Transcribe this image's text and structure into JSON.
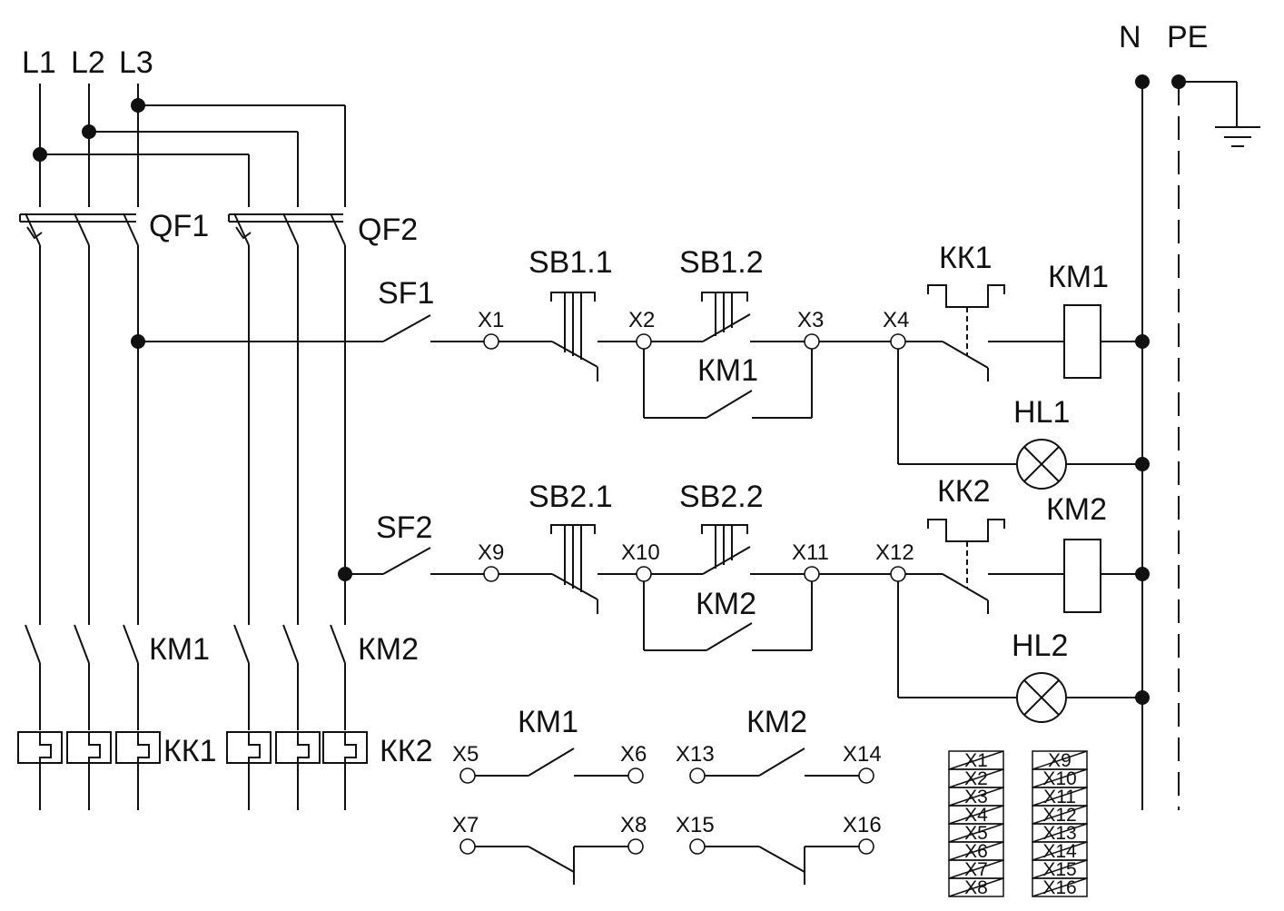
{
  "buses": {
    "l1": "L1",
    "l2": "L2",
    "l3": "L3",
    "n": "N",
    "pe": "PE"
  },
  "breakers": {
    "qf1": "QF1",
    "qf2": "QF2",
    "sf1": "SF1",
    "sf2": "SF2"
  },
  "buttons": {
    "sb1_1": "SB1.1",
    "sb1_2": "SB1.2",
    "sb2_1": "SB2.1",
    "sb2_2": "SB2.2"
  },
  "relays": {
    "kk1": "КК1",
    "kk2": "КК2"
  },
  "contactors": {
    "km1": "КМ1",
    "km2": "КМ2"
  },
  "lamps": {
    "hl1": "HL1",
    "hl2": "HL2"
  },
  "terminals": [
    "X1",
    "X2",
    "X3",
    "X4",
    "X5",
    "X6",
    "X7",
    "X8",
    "X9",
    "X10",
    "X11",
    "X12",
    "X13",
    "X14",
    "X15",
    "X16"
  ],
  "terminal_blocks": {
    "left": [
      "X1",
      "X2",
      "X3",
      "X4",
      "X5",
      "X6",
      "X7",
      "X8"
    ],
    "right": [
      "X9",
      "X10",
      "X11",
      "X12",
      "X13",
      "X14",
      "X15",
      "X16"
    ]
  }
}
